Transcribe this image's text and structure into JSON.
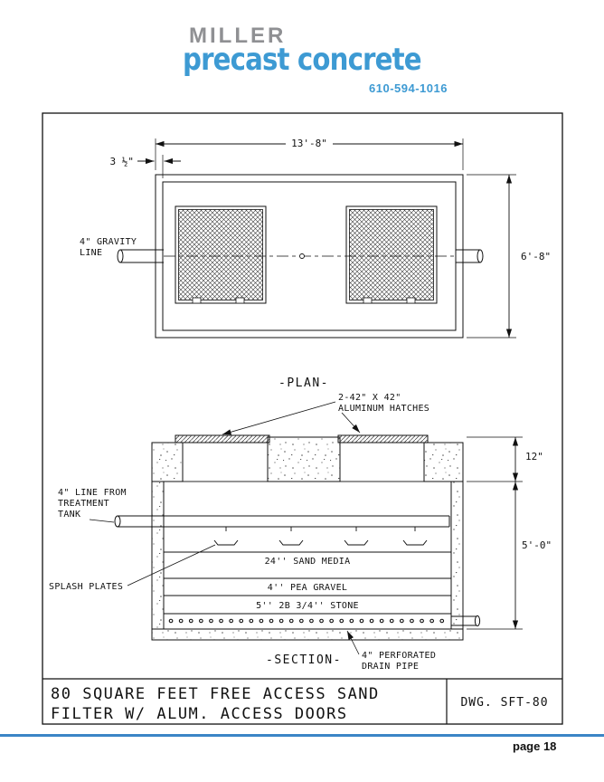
{
  "header": {
    "brand_top": "MILLER",
    "brand_main": "precast concrete",
    "phone": "610-594-1016"
  },
  "plan": {
    "view_label": "-PLAN-",
    "dim_width": "13'-8\"",
    "dim_wall": "3 ½\"",
    "dim_height": "6'-8\"",
    "gravity_label_1": "4\" GRAVITY",
    "gravity_label_2": "LINE",
    "hatch_callout_1": "2-42\" X 42\"",
    "hatch_callout_2": "ALUMINUM HATCHES"
  },
  "section": {
    "view_label": "-SECTION-",
    "dim_lid": "12\"",
    "dim_depth": "5'-0\"",
    "inlet_label_1": "4\" LINE FROM",
    "inlet_label_2": "TREATMENT",
    "inlet_label_3": "TANK",
    "splash_label": "SPLASH PLATES",
    "sand_label": "24'' SAND MEDIA",
    "gravel_label": "4'' PEA GRAVEL",
    "stone_label": "5'' 2B 3/4'' STONE",
    "drain_label_1": "4\" PERFORATED",
    "drain_label_2": "DRAIN PIPE"
  },
  "title_block": {
    "title_1": "80 SQUARE FEET FREE ACCESS SAND",
    "title_2": "FILTER W/ ALUM. ACCESS DOORS",
    "dwg": "DWG. SFT-80"
  },
  "footer": {
    "page": "page 18"
  },
  "colors": {
    "brand_blue": "#3d9ad3",
    "brand_gray": "#8f9093",
    "rule_blue": "#3b85c6",
    "line_black": "#111111"
  }
}
